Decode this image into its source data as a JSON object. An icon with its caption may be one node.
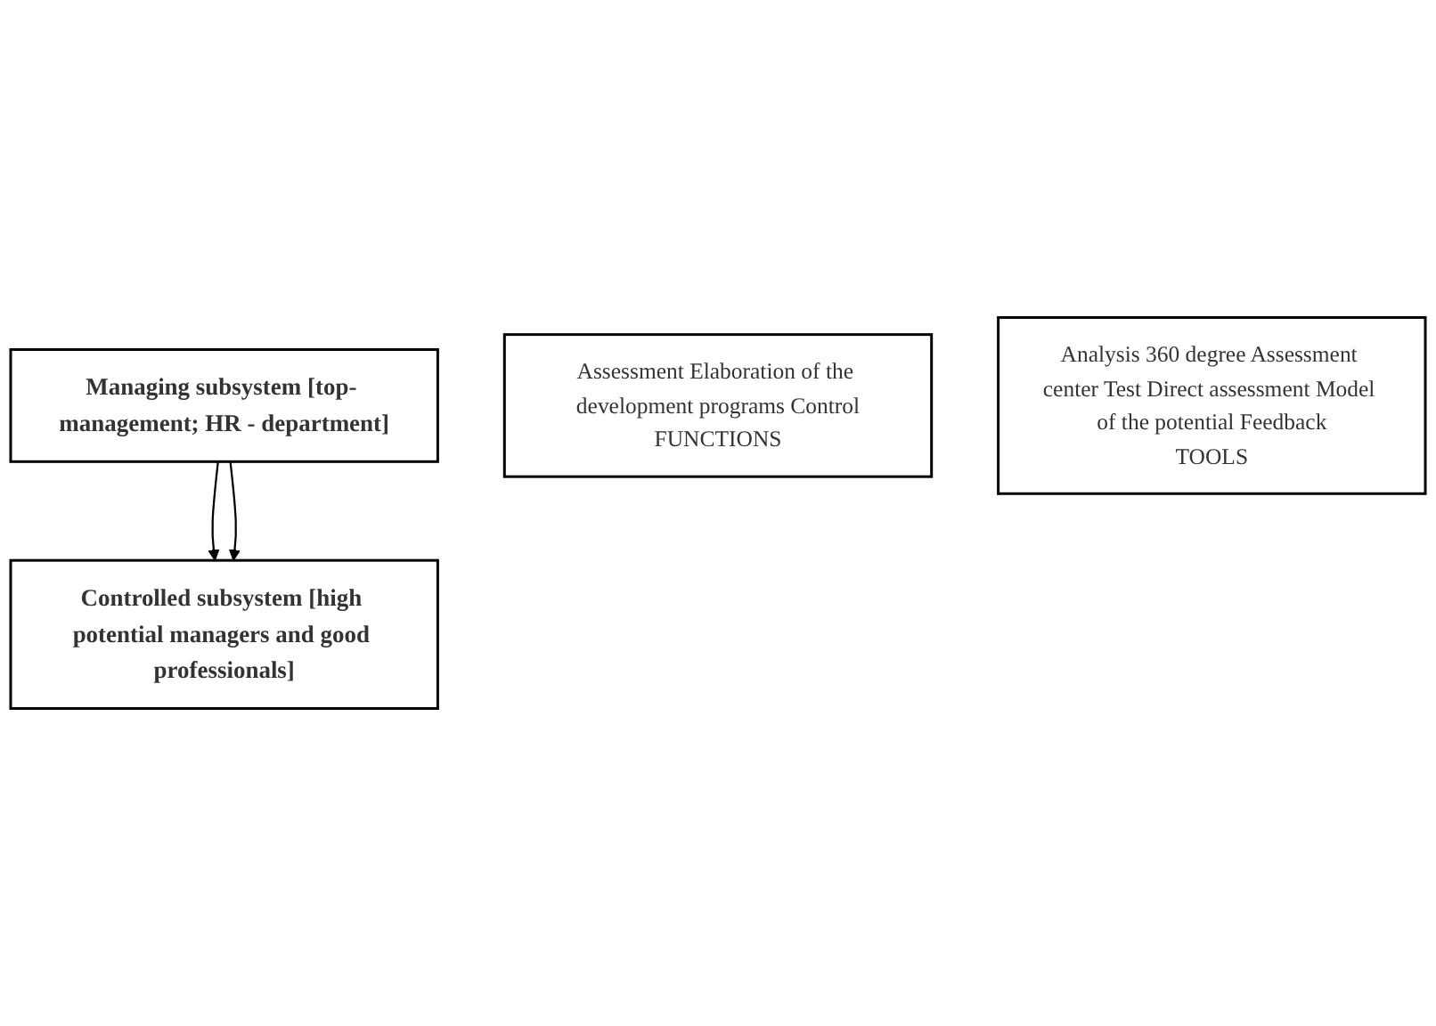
{
  "diagram": {
    "nodes": [
      {
        "text": [
          "Managing subsystem [top- management; HR - department]"
        ]
      },
      {
        "text": [
          "Assessment Elaboration of the development programs Control",
          "FUNCTIONS"
        ]
      },
      {
        "text": [
          "Analysis 360 degree Assessment center Test Direct assessment Model of the potential Feedback",
          "TOOLS"
        ]
      },
      {
        "text": [
          "Controlled subsystem [high potential managers and good professionals]"
        ]
      }
    ],
    "edges": [
      {
        "from": 0,
        "to": 3,
        "arrow": "to"
      },
      {
        "from": 0,
        "to": 3,
        "arrow": "to"
      }
    ]
  }
}
